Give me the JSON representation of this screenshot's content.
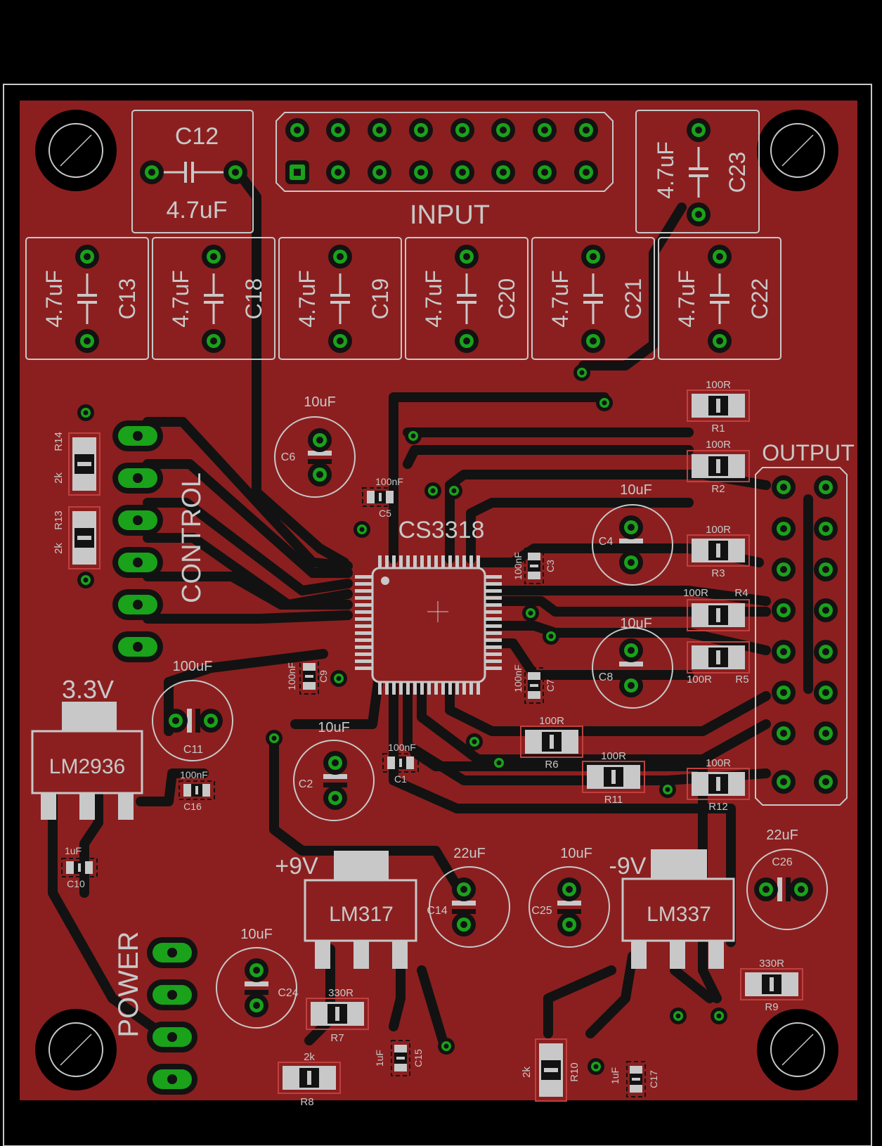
{
  "colors": {
    "background": "#000000",
    "copper": "#8b1f1f",
    "silk": "#c8c8c8",
    "pad": "#1aa21a",
    "ring": "#121212",
    "part_outline": "#c04040"
  },
  "labels": {
    "input": "INPUT",
    "output": "OUTPUT",
    "control": "CONTROL",
    "power": "POWER",
    "v33": "3.3V",
    "vp9": "+9V",
    "vm9": "-9V"
  },
  "chip": {
    "name": "CS3318"
  },
  "regulators": [
    {
      "ref": "LM2936"
    },
    {
      "ref": "LM317"
    },
    {
      "ref": "LM337"
    }
  ],
  "film_caps": [
    {
      "ref": "C12",
      "value": "4.7uF"
    },
    {
      "ref": "C23",
      "value": "4.7uF"
    },
    {
      "ref": "C13",
      "value": "4.7uF"
    },
    {
      "ref": "C18",
      "value": "4.7uF"
    },
    {
      "ref": "C19",
      "value": "4.7uF"
    },
    {
      "ref": "C20",
      "value": "4.7uF"
    },
    {
      "ref": "C21",
      "value": "4.7uF"
    },
    {
      "ref": "C22",
      "value": "4.7uF"
    }
  ],
  "electrolytic_caps": [
    {
      "ref": "C6",
      "value": "10uF"
    },
    {
      "ref": "C4",
      "value": "10uF"
    },
    {
      "ref": "C8",
      "value": "10uF"
    },
    {
      "ref": "C11",
      "value": "100uF"
    },
    {
      "ref": "C2",
      "value": "10uF"
    },
    {
      "ref": "C14",
      "value": "22uF"
    },
    {
      "ref": "C25",
      "value": "10uF"
    },
    {
      "ref": "C26",
      "value": "22uF"
    },
    {
      "ref": "C24",
      "value": "10uF"
    }
  ],
  "smd_parts": [
    {
      "ref": "R1",
      "value": "100R"
    },
    {
      "ref": "R2",
      "value": "100R"
    },
    {
      "ref": "R3",
      "value": "100R"
    },
    {
      "ref": "R4",
      "value": "100R"
    },
    {
      "ref": "R5",
      "value": "100R"
    },
    {
      "ref": "R6",
      "value": "100R"
    },
    {
      "ref": "R11",
      "value": "100R"
    },
    {
      "ref": "R12",
      "value": "100R"
    },
    {
      "ref": "R14",
      "value": "2k"
    },
    {
      "ref": "R13",
      "value": "2k"
    },
    {
      "ref": "R7",
      "value": "330R"
    },
    {
      "ref": "R8",
      "value": "2k"
    },
    {
      "ref": "R9",
      "value": "330R"
    },
    {
      "ref": "R10",
      "value": "2k"
    },
    {
      "ref": "C5",
      "value": "100nF"
    },
    {
      "ref": "C3",
      "value": "100nF"
    },
    {
      "ref": "C7",
      "value": "100nF"
    },
    {
      "ref": "C9",
      "value": "100nF"
    },
    {
      "ref": "C1",
      "value": "100nF"
    },
    {
      "ref": "C16",
      "value": "100nF"
    },
    {
      "ref": "C10",
      "value": "1uF"
    },
    {
      "ref": "C15",
      "value": "1uF"
    },
    {
      "ref": "C17",
      "value": "1uF"
    }
  ]
}
